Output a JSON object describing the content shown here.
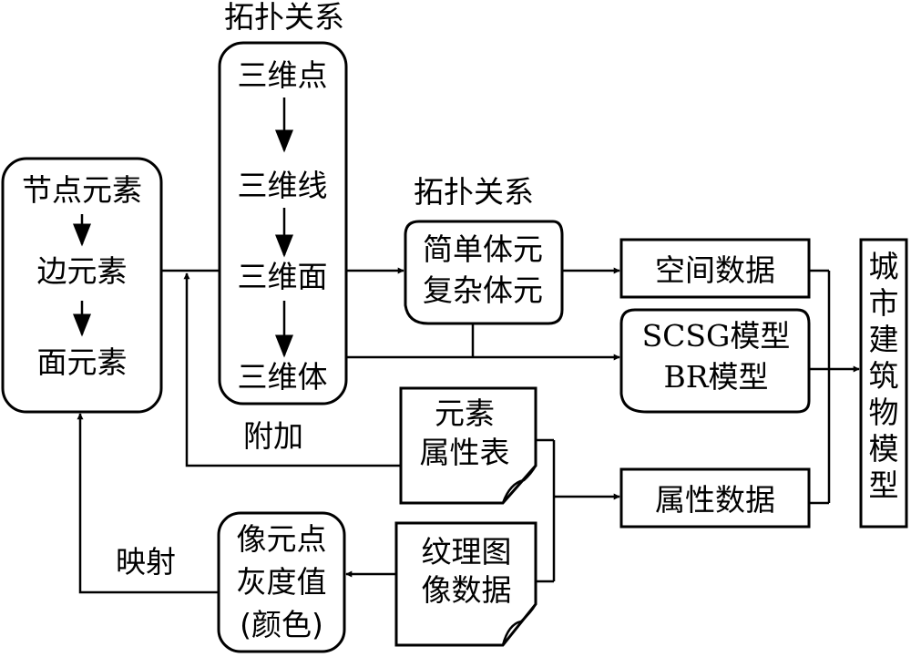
{
  "nodes": {
    "elements": [
      "节点元素",
      "边元素",
      "面元素"
    ],
    "topology_top_label": "拓扑关系",
    "dims": [
      "三维点",
      "三维线",
      "三维面",
      "三维体"
    ],
    "topology_mid_label": "拓扑关系",
    "volume_elements": [
      "简单体元",
      "复杂体元"
    ],
    "spatial_data": "空间数据",
    "model_types": [
      "SCSG模型",
      "BR模型"
    ],
    "attribute_data": "属性数据",
    "element_attr_table": [
      "元素",
      "属性表"
    ],
    "texture_data": [
      "纹理图",
      "像数据"
    ],
    "pixel_values": [
      "像元点",
      "灰度值",
      "(颜色)"
    ],
    "city_model": [
      "城",
      "市",
      "建",
      "筑",
      "物",
      "模",
      "型"
    ]
  },
  "edge_labels": {
    "attach": "附加",
    "mapping": "映射"
  }
}
